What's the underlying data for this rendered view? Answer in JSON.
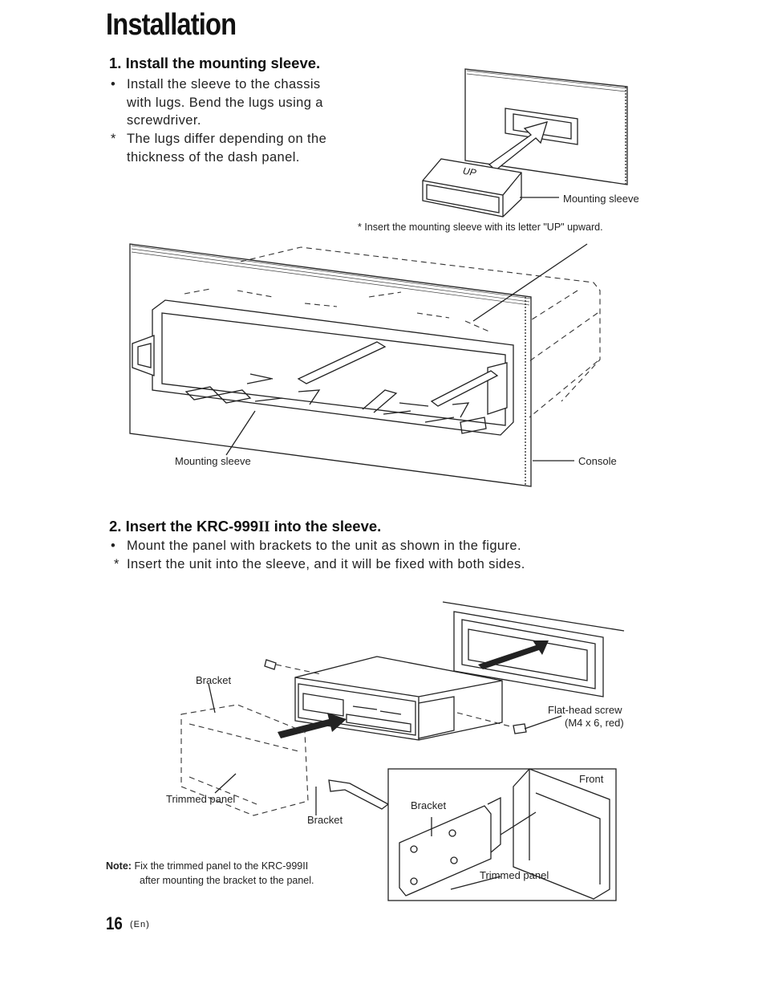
{
  "page_title": "Installation",
  "section1": {
    "heading": "1. Install the mounting sleeve.",
    "bullet1_marker": "•",
    "bullet1_lines": [
      "Install the sleeve to the chassis",
      "with lugs. Bend the lugs using a",
      "screwdriver."
    ],
    "bullet2_marker": "*",
    "bullet2_lines": [
      "The lugs differ depending on the",
      "thickness of the dash panel."
    ],
    "fig1": {
      "sleeve_mark": "UP",
      "label_sleeve": "Mounting sleeve",
      "caption": "* Insert the mounting sleeve with its letter \"UP\" upward."
    },
    "fig2": {
      "label_sleeve": "Mounting sleeve",
      "label_console": "Console"
    }
  },
  "section2": {
    "heading_prefix": "2. Insert the KRC-999",
    "heading_model_suffix": "II",
    "heading_end": " into the sleeve.",
    "bullet1_marker": "•",
    "bullet1": "Mount the panel with brackets to the unit as shown in the figure.",
    "bullet2_marker": "*",
    "bullet2": "Insert the unit into the sleeve, and it will be fixed with both sides.",
    "fig3": {
      "label_bracket_top": "Bracket",
      "label_trimmed_panel": "Trimmed panel",
      "label_bracket_bottom": "Bracket",
      "label_screw_line1": "Flat-head screw",
      "label_screw_line2": "(M4 x 6, red)",
      "inset_front": "Front",
      "inset_bracket": "Bracket",
      "inset_trimmed_panel": "Trimmed panel"
    },
    "note_label": "Note:",
    "note_line1": "Fix the trimmed panel to the KRC-999II",
    "note_line2": "after mounting the bracket to the panel."
  },
  "footer": {
    "page_number": "16",
    "language": "(En)"
  }
}
